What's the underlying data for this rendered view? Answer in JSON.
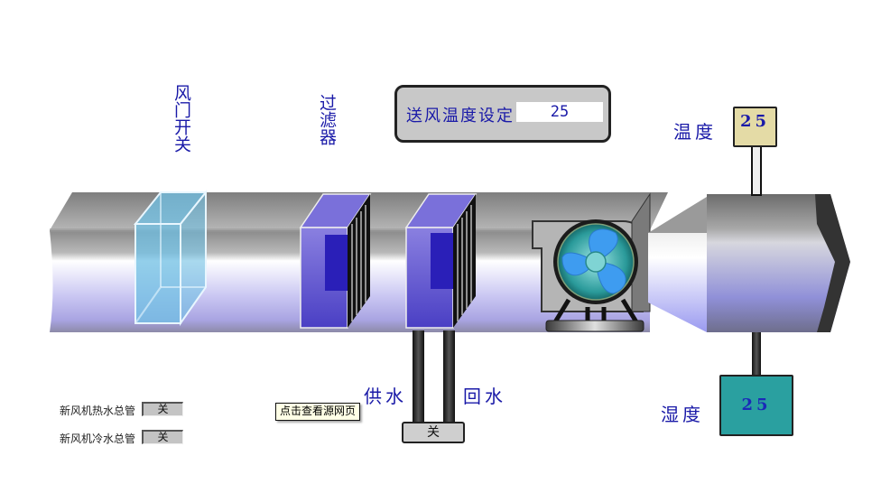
{
  "labels": {
    "damper": "风门开关",
    "filter": "过滤器",
    "supply_water": "供水",
    "return_water": "回水",
    "temperature": "温度",
    "humidity": "湿度"
  },
  "setpoint": {
    "label": "送风温度设定",
    "value": "25"
  },
  "sensors": {
    "temperature_value": "25",
    "humidity_value": "25"
  },
  "water_valve": {
    "state": "关"
  },
  "status_rows": [
    {
      "label": "新风机热水总管",
      "value": "关"
    },
    {
      "label": "新风机冷水总管",
      "value": "关"
    }
  ],
  "link": {
    "label": "点击查看源网页"
  },
  "colors": {
    "label_blue": "#1a1aa8",
    "temp_box": "#e4dba6",
    "humidity_box": "#2aa0a0",
    "damper": "#7cc6e8",
    "filter": "#5a4fd0",
    "fan_blade": "#3e9cf0"
  }
}
